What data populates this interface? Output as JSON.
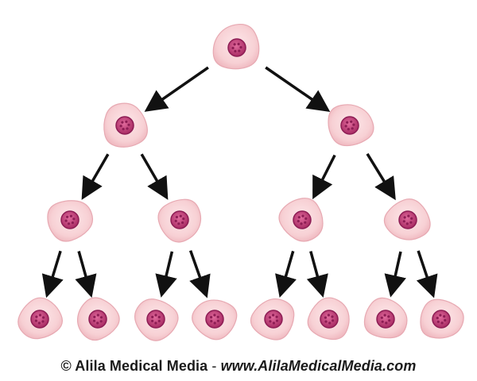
{
  "footer": {
    "credit": "© Alila Medical Media",
    "separator": " - ",
    "url": "www.AlilaMedicalMedia.com"
  },
  "colors": {
    "cell_fill": "#f7d0d4",
    "cell_edge": "#e7a9b2",
    "nucleus": "#c23d77",
    "nucleus_dark": "#8d1d54",
    "arrow": "#111111"
  },
  "levels": [
    {
      "generation": 0,
      "cells": 1
    },
    {
      "generation": 1,
      "cells": 2
    },
    {
      "generation": 2,
      "cells": 4
    },
    {
      "generation": 3,
      "cells": 8
    }
  ]
}
